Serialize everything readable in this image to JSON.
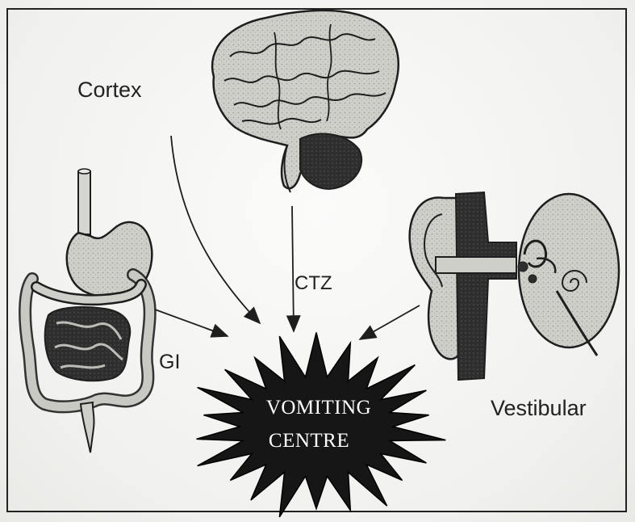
{
  "labels": {
    "cortex": "Cortex",
    "ctz": "CTZ",
    "gi": "GI",
    "vestibular": "Vestibular"
  },
  "centre": {
    "line1": "VOMITING",
    "line2": "CENTRE"
  },
  "colors": {
    "ink": "#1e1e1e",
    "paper": "#f3f3f1",
    "organ_fill": "#c9c9c4",
    "dark_fill": "#3a3a3a"
  }
}
